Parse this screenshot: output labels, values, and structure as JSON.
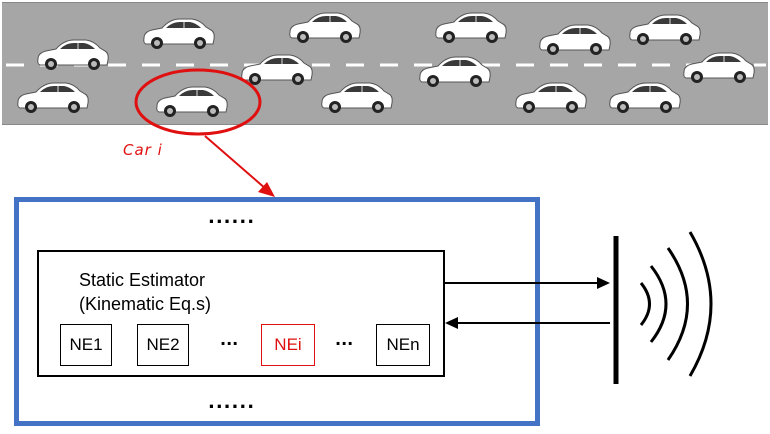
{
  "colors": {
    "road": "#a6a6a6",
    "highlight": "#e01010",
    "outer_border": "#4472c4",
    "car_body": "#ffffff"
  },
  "road": {
    "car_label": "Car i"
  },
  "system": {
    "top_dots": "......",
    "bottom_dots": "......",
    "estimator_title_line1": "Static Estimator",
    "estimator_title_line2": "(Kinematic Eq.s)",
    "ne_boxes": [
      {
        "label": "NE1"
      },
      {
        "label": "NE2"
      },
      {
        "label": "NEi",
        "highlighted": true
      },
      {
        "label": "NEn"
      }
    ],
    "ne_ellipsis_1": "...",
    "ne_ellipsis_2": "..."
  },
  "icons": {
    "car": "car-icon",
    "antenna": "antenna-icon",
    "signal_waves": "signal-waves-icon"
  }
}
